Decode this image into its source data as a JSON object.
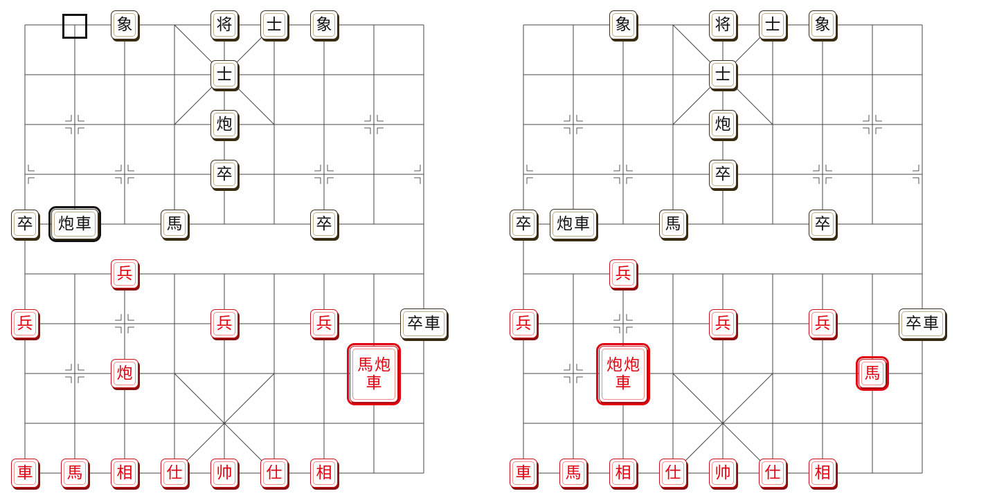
{
  "boards": [
    {
      "id": "left",
      "cursor_square": {
        "col": 1,
        "row": 0
      },
      "pieces": [
        {
          "col": 2,
          "row": 0,
          "side": "black",
          "chars": [
            "象"
          ]
        },
        {
          "col": 4,
          "row": 0,
          "side": "black",
          "chars": [
            "将"
          ]
        },
        {
          "col": 5,
          "row": 0,
          "side": "black",
          "chars": [
            "士"
          ]
        },
        {
          "col": 6,
          "row": 0,
          "side": "black",
          "chars": [
            "象"
          ]
        },
        {
          "col": 4,
          "row": 1,
          "side": "black",
          "chars": [
            "士"
          ]
        },
        {
          "col": 4,
          "row": 2,
          "side": "black",
          "chars": [
            "炮"
          ]
        },
        {
          "col": 4,
          "row": 3,
          "side": "black",
          "chars": [
            "卒"
          ]
        },
        {
          "col": 0,
          "row": 4,
          "side": "black",
          "chars": [
            "卒"
          ]
        },
        {
          "col": 1,
          "row": 4,
          "side": "black",
          "chars": [
            "炮",
            "車"
          ],
          "selected": true
        },
        {
          "col": 3,
          "row": 4,
          "side": "black",
          "chars": [
            "馬"
          ]
        },
        {
          "col": 6,
          "row": 4,
          "side": "black",
          "chars": [
            "卒"
          ]
        },
        {
          "col": 2,
          "row": 5,
          "side": "red",
          "chars": [
            "兵"
          ]
        },
        {
          "col": 0,
          "row": 6,
          "side": "red",
          "chars": [
            "兵"
          ]
        },
        {
          "col": 4,
          "row": 6,
          "side": "red",
          "chars": [
            "兵"
          ]
        },
        {
          "col": 6,
          "row": 6,
          "side": "red",
          "chars": [
            "兵"
          ]
        },
        {
          "col": 8,
          "row": 6,
          "side": "black",
          "chars": [
            "卒",
            "車"
          ]
        },
        {
          "col": 2,
          "row": 7,
          "side": "red",
          "chars": [
            "炮"
          ]
        },
        {
          "col": 7,
          "row": 7,
          "side": "red",
          "chars": [
            "馬",
            "炮",
            "車"
          ],
          "selected": true
        },
        {
          "col": 0,
          "row": 9,
          "side": "red",
          "chars": [
            "車"
          ]
        },
        {
          "col": 1,
          "row": 9,
          "side": "red",
          "chars": [
            "馬"
          ]
        },
        {
          "col": 2,
          "row": 9,
          "side": "red",
          "chars": [
            "相"
          ]
        },
        {
          "col": 3,
          "row": 9,
          "side": "red",
          "chars": [
            "仕"
          ]
        },
        {
          "col": 4,
          "row": 9,
          "side": "red",
          "chars": [
            "帅"
          ]
        },
        {
          "col": 5,
          "row": 9,
          "side": "red",
          "chars": [
            "仕"
          ]
        },
        {
          "col": 6,
          "row": 9,
          "side": "red",
          "chars": [
            "相"
          ]
        }
      ]
    },
    {
      "id": "right",
      "pieces": [
        {
          "col": 2,
          "row": 0,
          "side": "black",
          "chars": [
            "象"
          ]
        },
        {
          "col": 4,
          "row": 0,
          "side": "black",
          "chars": [
            "将"
          ]
        },
        {
          "col": 5,
          "row": 0,
          "side": "black",
          "chars": [
            "士"
          ]
        },
        {
          "col": 6,
          "row": 0,
          "side": "black",
          "chars": [
            "象"
          ]
        },
        {
          "col": 4,
          "row": 1,
          "side": "black",
          "chars": [
            "士"
          ]
        },
        {
          "col": 4,
          "row": 2,
          "side": "black",
          "chars": [
            "炮"
          ]
        },
        {
          "col": 4,
          "row": 3,
          "side": "black",
          "chars": [
            "卒"
          ]
        },
        {
          "col": 0,
          "row": 4,
          "side": "black",
          "chars": [
            "卒"
          ]
        },
        {
          "col": 1,
          "row": 4,
          "side": "black",
          "chars": [
            "炮",
            "車"
          ]
        },
        {
          "col": 3,
          "row": 4,
          "side": "black",
          "chars": [
            "馬"
          ]
        },
        {
          "col": 6,
          "row": 4,
          "side": "black",
          "chars": [
            "卒"
          ]
        },
        {
          "col": 2,
          "row": 5,
          "side": "red",
          "chars": [
            "兵"
          ]
        },
        {
          "col": 0,
          "row": 6,
          "side": "red",
          "chars": [
            "兵"
          ]
        },
        {
          "col": 4,
          "row": 6,
          "side": "red",
          "chars": [
            "兵"
          ]
        },
        {
          "col": 6,
          "row": 6,
          "side": "red",
          "chars": [
            "兵"
          ]
        },
        {
          "col": 8,
          "row": 6,
          "side": "black",
          "chars": [
            "卒",
            "車"
          ]
        },
        {
          "col": 2,
          "row": 7,
          "side": "red",
          "chars": [
            "炮",
            "炮",
            "車"
          ],
          "selected": true
        },
        {
          "col": 7,
          "row": 7,
          "side": "red",
          "chars": [
            "馬"
          ],
          "selected": true
        },
        {
          "col": 0,
          "row": 9,
          "side": "red",
          "chars": [
            "車"
          ]
        },
        {
          "col": 1,
          "row": 9,
          "side": "red",
          "chars": [
            "馬"
          ]
        },
        {
          "col": 2,
          "row": 9,
          "side": "red",
          "chars": [
            "相"
          ]
        },
        {
          "col": 3,
          "row": 9,
          "side": "red",
          "chars": [
            "仕"
          ]
        },
        {
          "col": 4,
          "row": 9,
          "side": "red",
          "chars": [
            "帅"
          ]
        },
        {
          "col": 5,
          "row": 9,
          "side": "red",
          "chars": [
            "仕"
          ]
        },
        {
          "col": 6,
          "row": 9,
          "side": "red",
          "chars": [
            "相"
          ]
        }
      ]
    }
  ],
  "colors": {
    "red": "#e3000f",
    "black": "#111111",
    "grid": "#444444",
    "marker": "#555555"
  }
}
